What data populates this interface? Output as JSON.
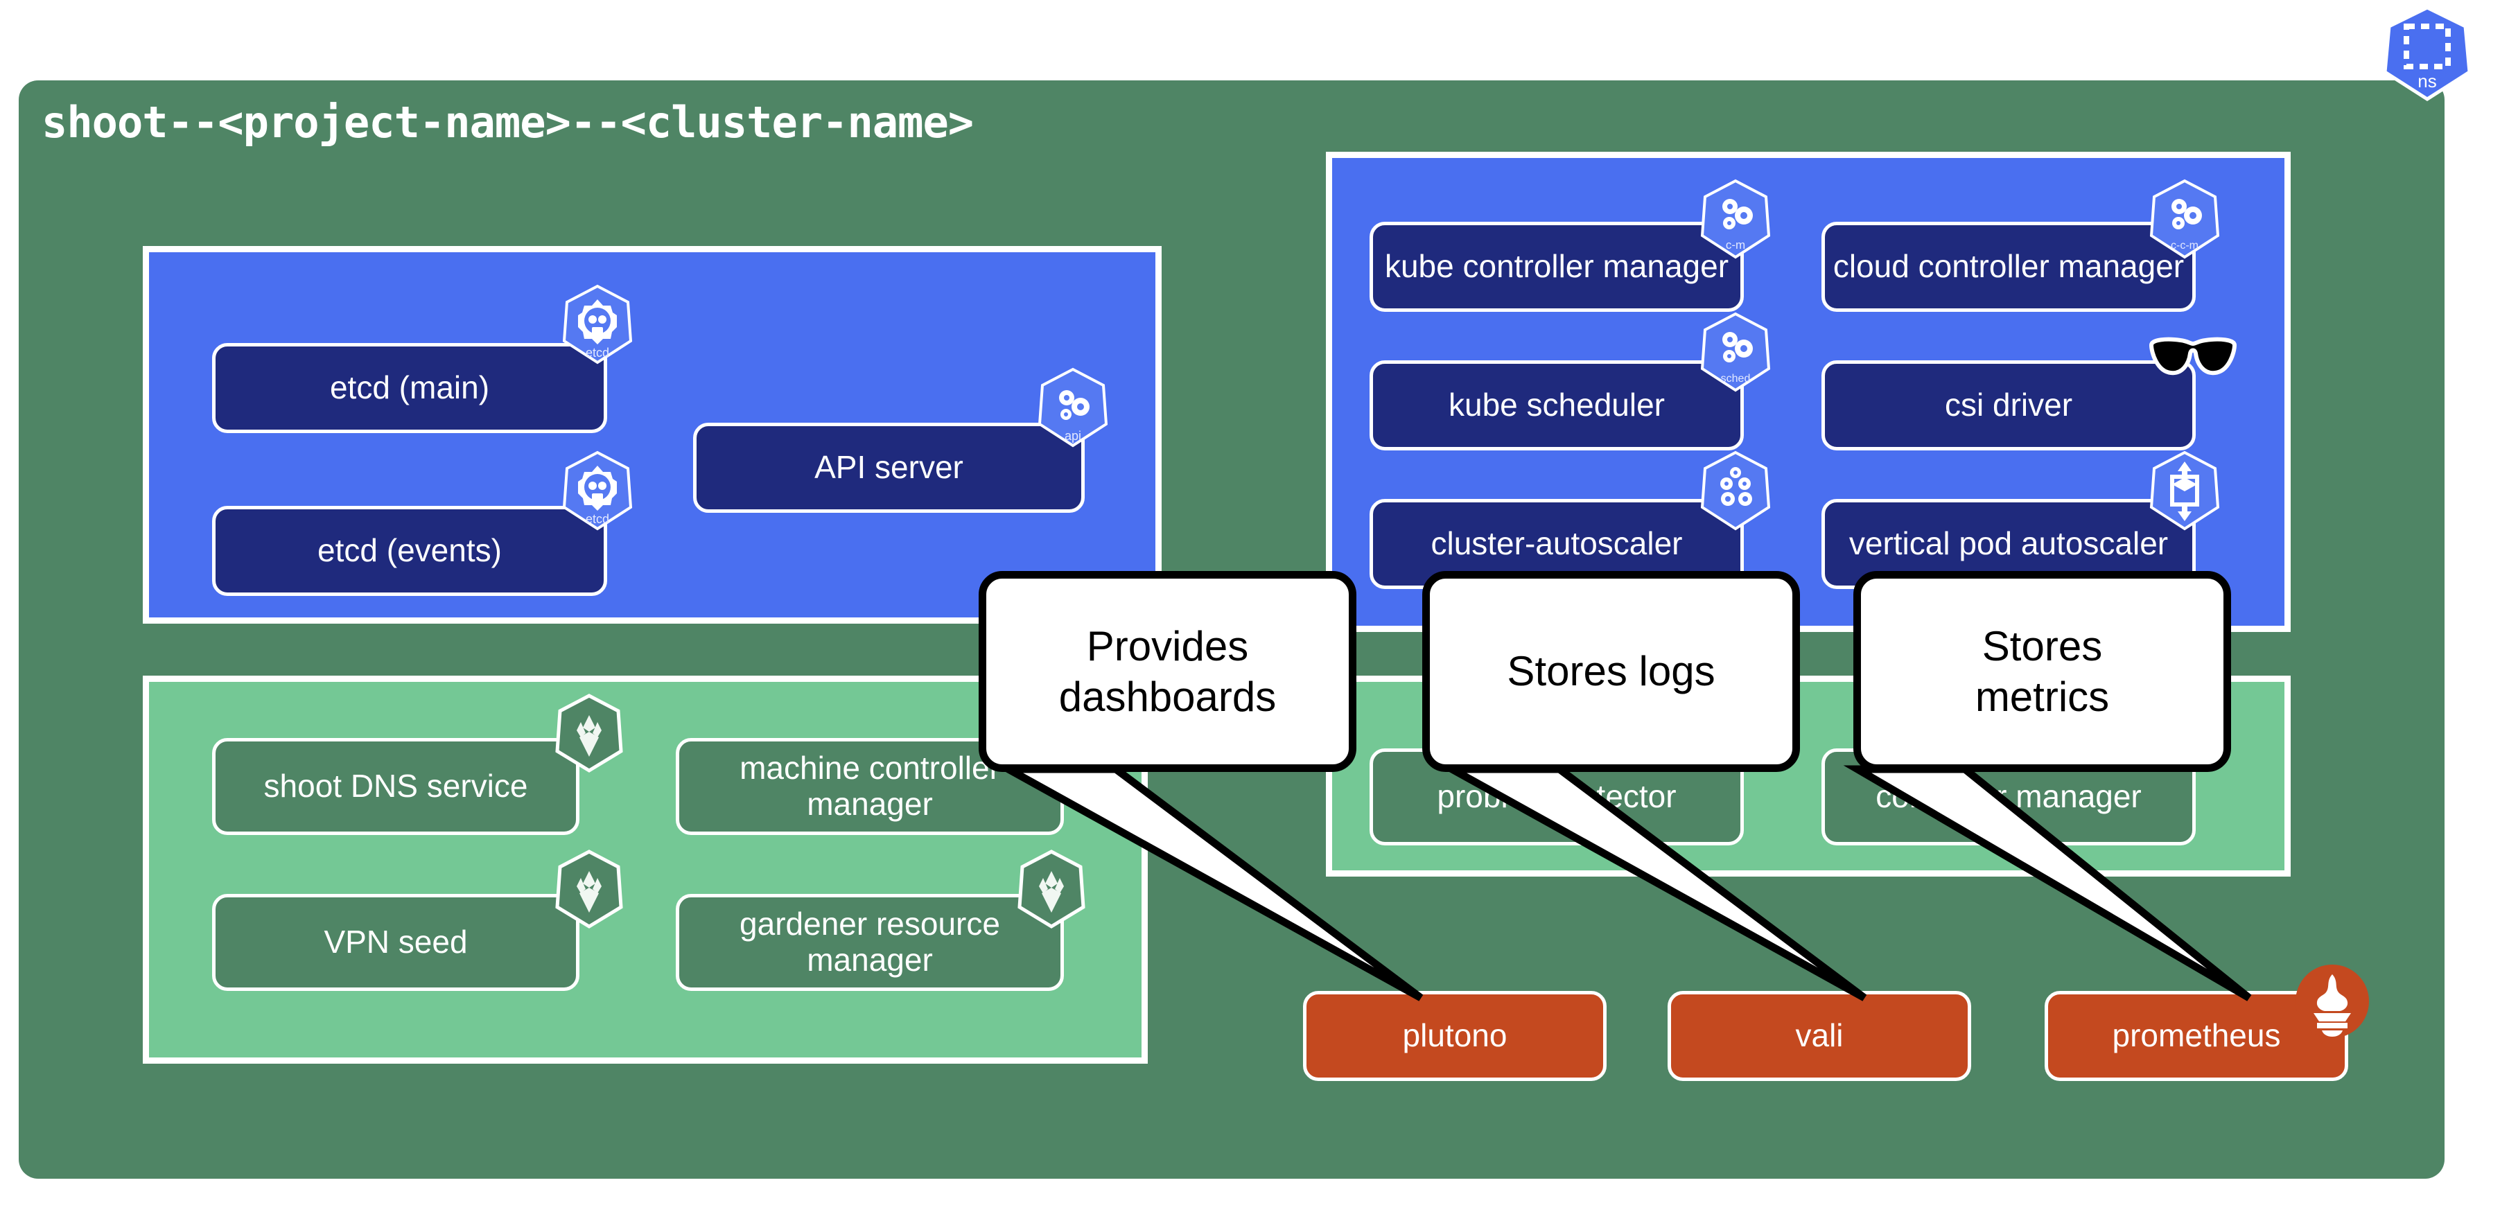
{
  "diagram": {
    "title": "shoot--<project-name>--<cluster-name>",
    "namespace_badge": {
      "label": "ns",
      "icon": "namespace-icon"
    },
    "colors": {
      "namespace_bg": "#4f8565",
      "control_plane_panel": "#4a6ff0",
      "control_plane_box": "#1f2a7d",
      "extension_panel": "#74c895",
      "extension_box": "#4f8565",
      "observability_box": "#c4491f",
      "border": "#ffffff",
      "bubble_border": "#000000"
    }
  },
  "panels": {
    "etcd_apiserver": {
      "boxes": [
        {
          "label": "etcd (main)",
          "icon": "etcd-icon"
        },
        {
          "label": "etcd (events)",
          "icon": "etcd-icon"
        },
        {
          "label": "API server",
          "icon": "kube-apiserver-icon"
        }
      ]
    },
    "controllers": {
      "boxes": [
        {
          "label": "kube controller manager",
          "icon": "kube-controller-manager-icon"
        },
        {
          "label": "cloud controller manager",
          "icon": "cloud-controller-manager-icon"
        },
        {
          "label": "kube scheduler",
          "icon": "kube-scheduler-icon"
        },
        {
          "label": "csi driver",
          "icon": "sunglasses-icon"
        },
        {
          "label": "cluster-autoscaler",
          "icon": "cluster-autoscaler-icon"
        },
        {
          "label": "vertical pod autoscaler",
          "icon": "vertical-pod-autoscaler-icon"
        }
      ]
    },
    "gardener_left": {
      "boxes": [
        {
          "label": "shoot DNS service",
          "icon": "gardener-icon"
        },
        {
          "label": "machine controller manager",
          "icon": "gardener-icon"
        },
        {
          "label": "VPN seed",
          "icon": "gardener-icon"
        },
        {
          "label": "gardener resource manager",
          "icon": "gardener-icon"
        }
      ]
    },
    "gardener_right": {
      "boxes": [
        {
          "label": "problem detector",
          "icon": "gardener-icon"
        },
        {
          "label": "controller manager",
          "icon": "gardener-icon"
        }
      ]
    }
  },
  "observability": {
    "boxes": [
      {
        "label": "plutono",
        "icon": ""
      },
      {
        "label": "vali",
        "icon": ""
      },
      {
        "label": "prometheus",
        "icon": "prometheus-icon"
      }
    ]
  },
  "callouts": [
    {
      "line1": "Provides",
      "line2": "dashboards",
      "target": "plutono"
    },
    {
      "line1": "Stores logs",
      "line2": "",
      "target": "vali"
    },
    {
      "line1": "Stores",
      "line2": "metrics",
      "target": "prometheus"
    }
  ]
}
